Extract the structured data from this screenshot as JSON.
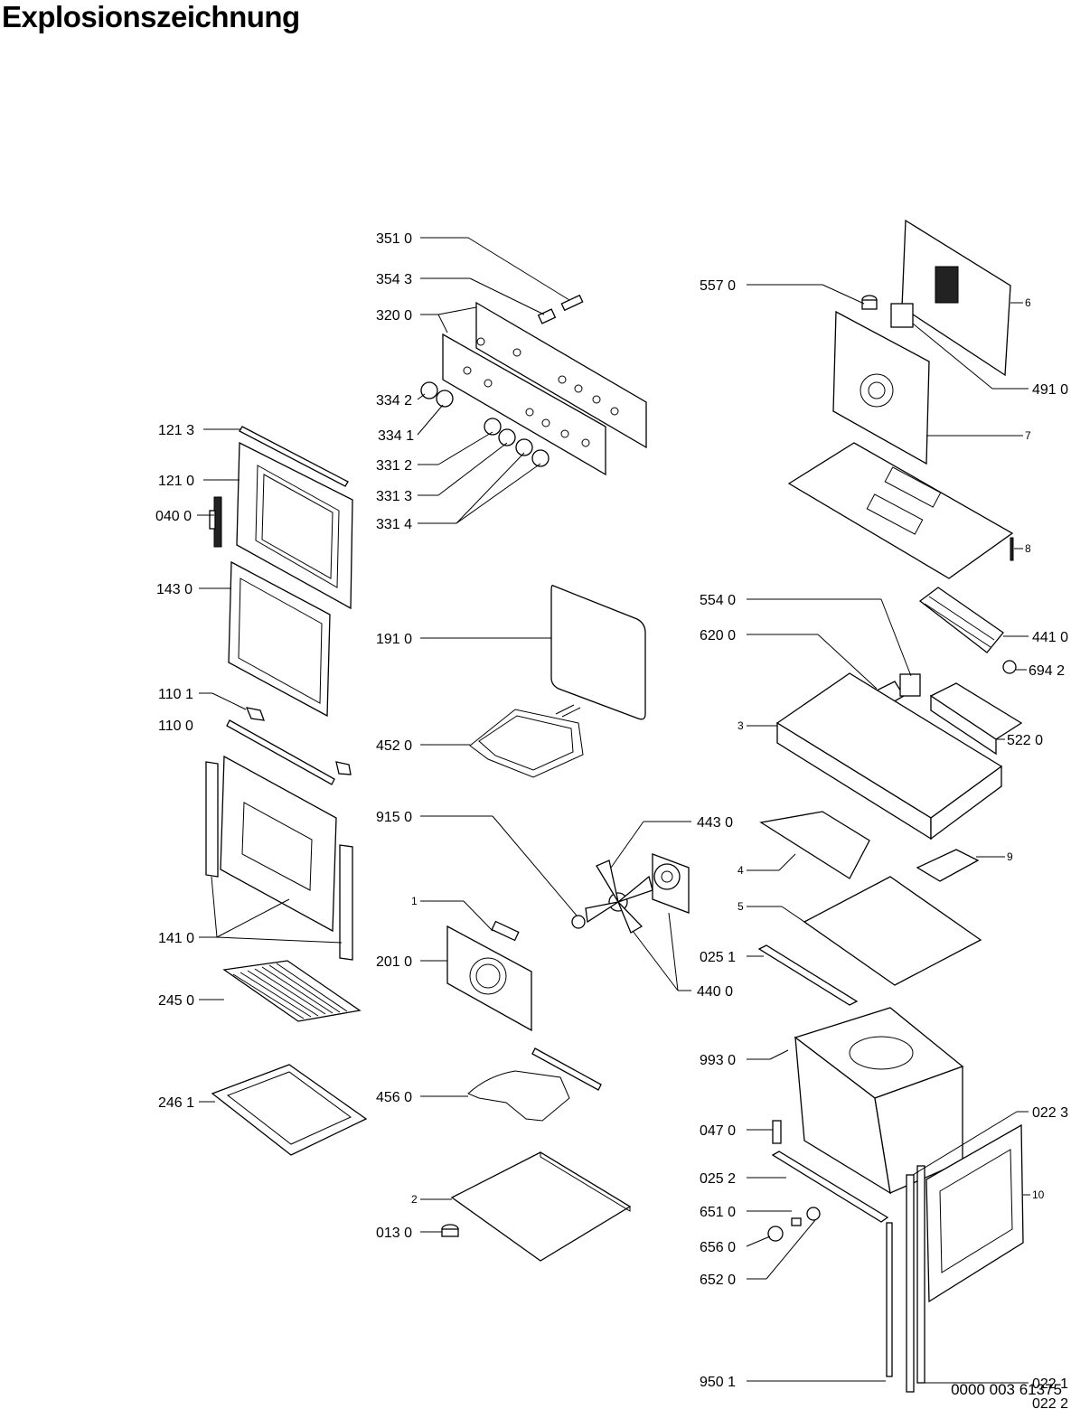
{
  "title": "Explosionszeichnung",
  "document_number": "0000 003 61375",
  "callouts": {
    "p3510": "351 0",
    "p3543": "354 3",
    "p3200": "320 0",
    "p3342": "334 2",
    "p3341": "334 1",
    "p3312": "331 2",
    "p3313": "331 3",
    "p3314": "331 4",
    "p1213": "121 3",
    "p1210": "121 0",
    "p0400": "040 0",
    "p1430": "143 0",
    "p1101": "110 1",
    "p1100": "110 0",
    "p1410": "141 0",
    "p2450": "245 0",
    "p2461": "246 1",
    "p1910": "191 0",
    "p4520": "452 0",
    "p9150": "915 0",
    "p1": "1",
    "p2010": "201 0",
    "p4560": "456 0",
    "p2": "2",
    "p0130": "013 0",
    "p4430": "443 0",
    "p4400": "440 0",
    "p5570": "557 0",
    "p6": "6",
    "p4910": "491 0",
    "p7": "7",
    "p8": "8",
    "p5540": "554 0",
    "p6200": "620 0",
    "p4410": "441 0",
    "p6942": "694 2",
    "p3": "3",
    "p5220": "522 0",
    "p4": "4",
    "p9": "9",
    "p5": "5",
    "p0251": "025 1",
    "p9930": "993 0",
    "p0223": "022 3",
    "p0470": "047 0",
    "p0252": "025 2",
    "p10": "10",
    "p6510": "651 0",
    "p6560": "656 0",
    "p6520": "652 0",
    "p9501": "950 1",
    "p0221": "022 1",
    "p0222": "022 2"
  }
}
